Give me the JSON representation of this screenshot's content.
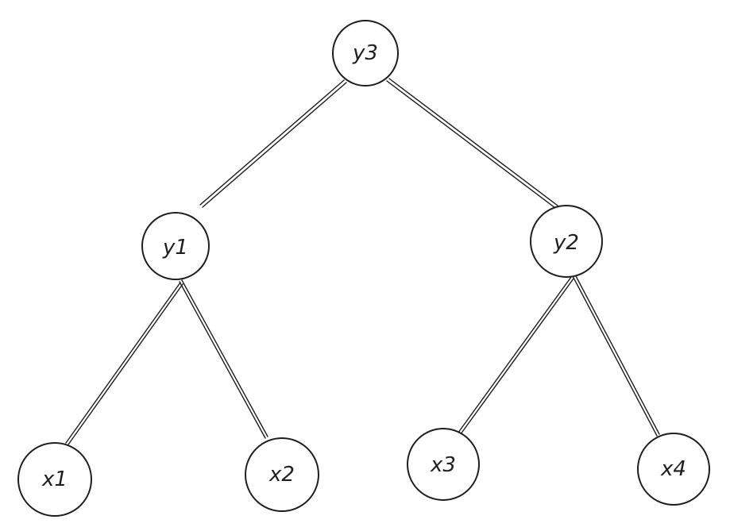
{
  "diagram": {
    "type": "binary-tree",
    "stroke_color": "#1e1e1e",
    "background_color": "#ffffff",
    "nodes": [
      {
        "id": "y3",
        "label": "y3"
      },
      {
        "id": "y1",
        "label": "y1"
      },
      {
        "id": "y2",
        "label": "y2"
      },
      {
        "id": "x1",
        "label": "x1"
      },
      {
        "id": "x2",
        "label": "x2"
      },
      {
        "id": "x3",
        "label": "x3"
      },
      {
        "id": "x4",
        "label": "x4"
      }
    ],
    "edges": [
      {
        "from": "y3",
        "to": "y1"
      },
      {
        "from": "y3",
        "to": "y2"
      },
      {
        "from": "y1",
        "to": "x1"
      },
      {
        "from": "y1",
        "to": "x2"
      },
      {
        "from": "y2",
        "to": "x3"
      },
      {
        "from": "y2",
        "to": "x4"
      }
    ]
  }
}
